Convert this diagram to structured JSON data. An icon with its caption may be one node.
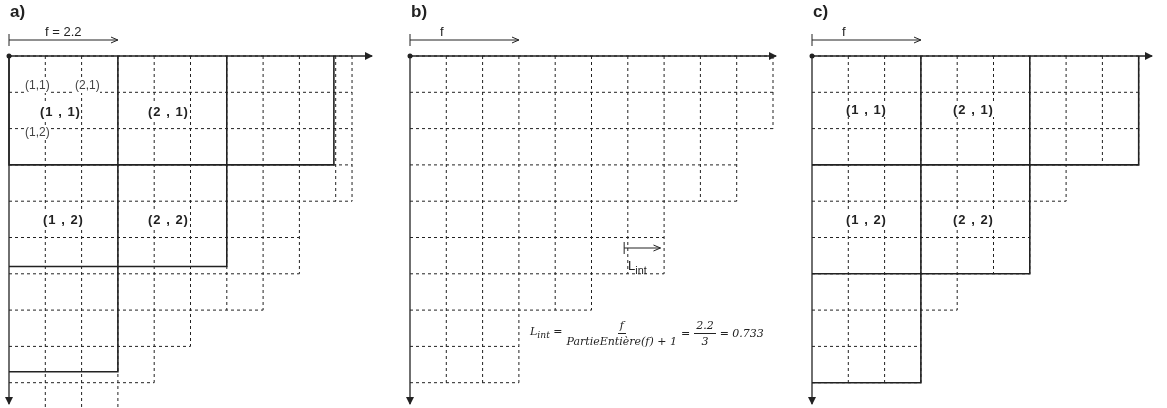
{
  "diagram": {
    "labels": [
      "a)",
      "f = 2.2",
      "(1,1)",
      "(2,1)",
      "(1 , 1)",
      "(2 , 1)",
      "(1,2)",
      "(1 , 2)",
      "(2 , 2)",
      "b)",
      "f",
      "L$_{int}$",
      "L$_{int}$ =",
      "f",
      "PartieEntière(f) + 1",
      "=",
      "2.2",
      "3",
      "= 0.733",
      "c)",
      "f",
      "(1 , 1)",
      "(2 , 1)",
      "(1 , 2)",
      "(2 , 2)"
    ]
  }
}
